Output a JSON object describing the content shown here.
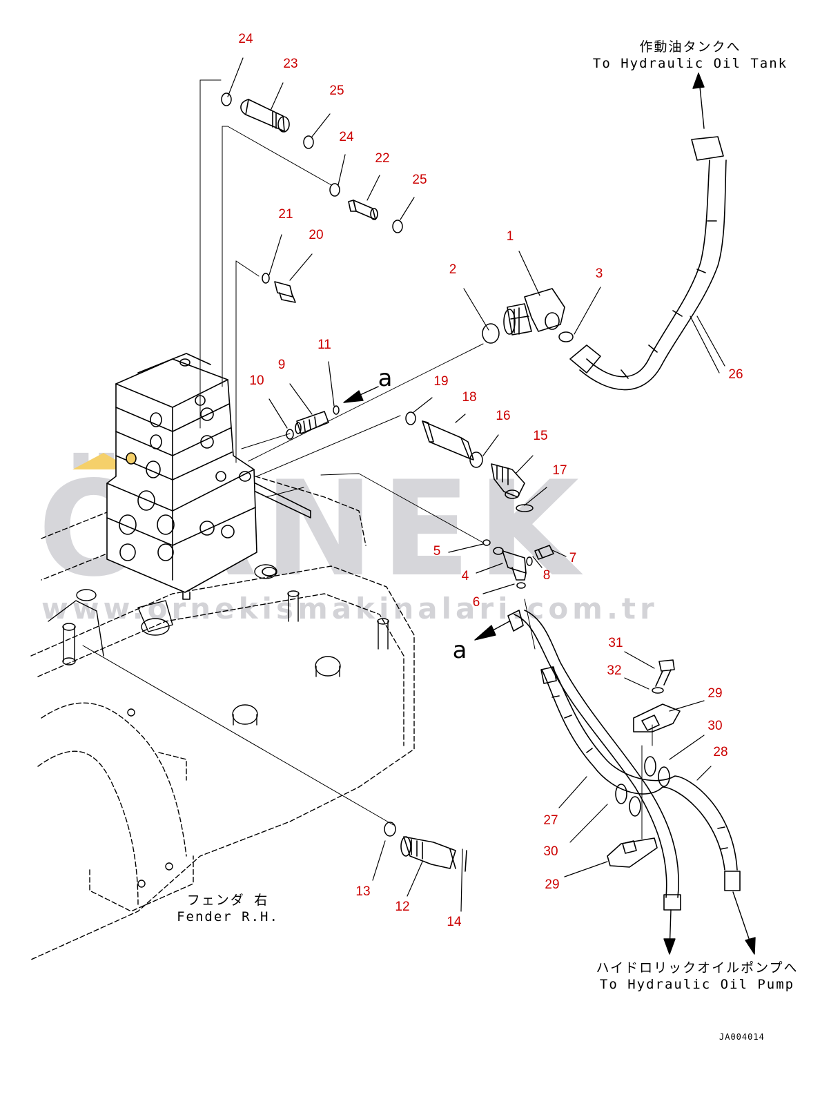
{
  "watermark": {
    "brand": "ÖRNEK",
    "url": "www.ornekismakinalari.com.tr"
  },
  "captions": {
    "tank_jp": "作動油タンクへ",
    "tank_en": "To Hydraulic Oil Tank",
    "pump_jp": "ハイドロリックオイルポンプへ",
    "pump_en": "To Hydraulic Oil Pump",
    "fender_jp": "フェンダ 右",
    "fender_en": "Fender R.H."
  },
  "view_letter": "a",
  "drawing_number": "JA004014",
  "callouts": [
    "24",
    "23",
    "25",
    "24",
    "22",
    "25",
    "21",
    "20",
    "1",
    "2",
    "3",
    "11",
    "9",
    "10",
    "19",
    "18",
    "16",
    "15",
    "17",
    "26",
    "5",
    "4",
    "7",
    "8",
    "6",
    "31",
    "32",
    "29",
    "30",
    "28",
    "27",
    "30",
    "29",
    "13",
    "12",
    "14"
  ],
  "colors": {
    "line": "#000000",
    "callout": "#cc0000",
    "watermark": "#c9c9ce",
    "watermark_accent": "#f5d06a"
  }
}
